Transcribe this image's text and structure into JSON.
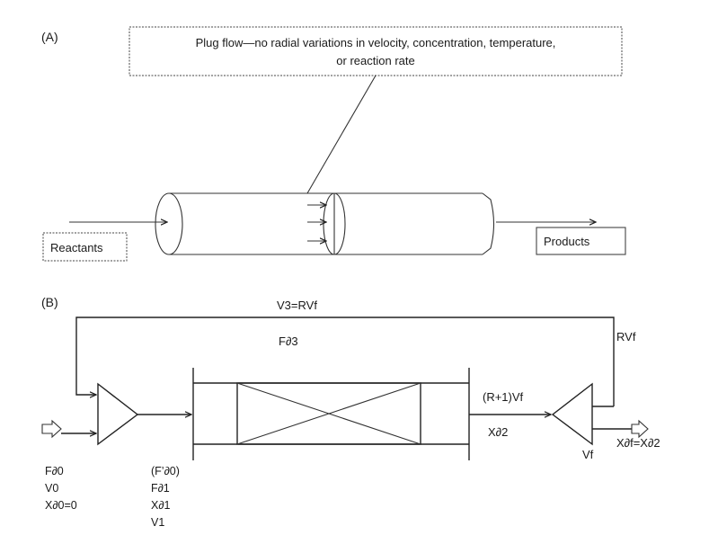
{
  "panel_a": {
    "label": "(A)",
    "callout": {
      "line1": "Plug flow—no radial variations in velocity, concentration, temperature,",
      "line2": "or reaction rate"
    },
    "inlet_label": "Reactants",
    "outlet_label": "Products"
  },
  "panel_b": {
    "label": "(B)",
    "recycle_stream_label": "V3=RVf",
    "recycle_flow_label": "F∂3",
    "recycle_split_label": "RVf",
    "reactor_outlet_flow": "(R+1)Vf",
    "reactor_outlet_conversion": "X∂2",
    "splitter_product_label": "Vf",
    "final_conversion": "X∂f=X∂2",
    "feed_labels": [
      "F∂0",
      "V0",
      "X∂0=0"
    ],
    "reactor_inlet_labels": [
      "(F’∂0)",
      "F∂1",
      "X∂1",
      "V1"
    ]
  },
  "colors": {
    "line": "#222222",
    "background": "#ffffff"
  }
}
